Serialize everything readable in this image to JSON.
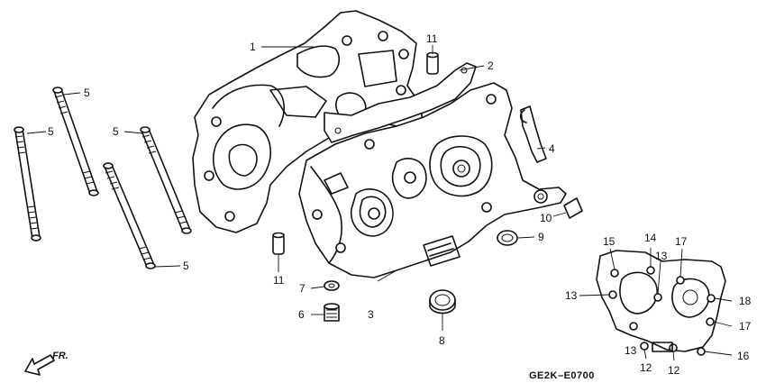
{
  "diagram": {
    "code": "GE2K–E0700",
    "direction_label": "FR.",
    "callouts": {
      "c1": "1",
      "c2": "2",
      "c3": "3",
      "c4": "4",
      "c5a": "5",
      "c5b": "5",
      "c5c": "5",
      "c5d": "5",
      "c6": "6",
      "c7": "7",
      "c8": "8",
      "c9": "9",
      "c10": "10",
      "c11a": "11",
      "c11b": "11",
      "c12a": "12",
      "c12b": "12",
      "c13a": "13",
      "c13b": "13",
      "c13c": "13",
      "c14": "14",
      "c15": "15",
      "c16": "16",
      "c17a": "17",
      "c17b": "17",
      "c18": "18"
    }
  }
}
